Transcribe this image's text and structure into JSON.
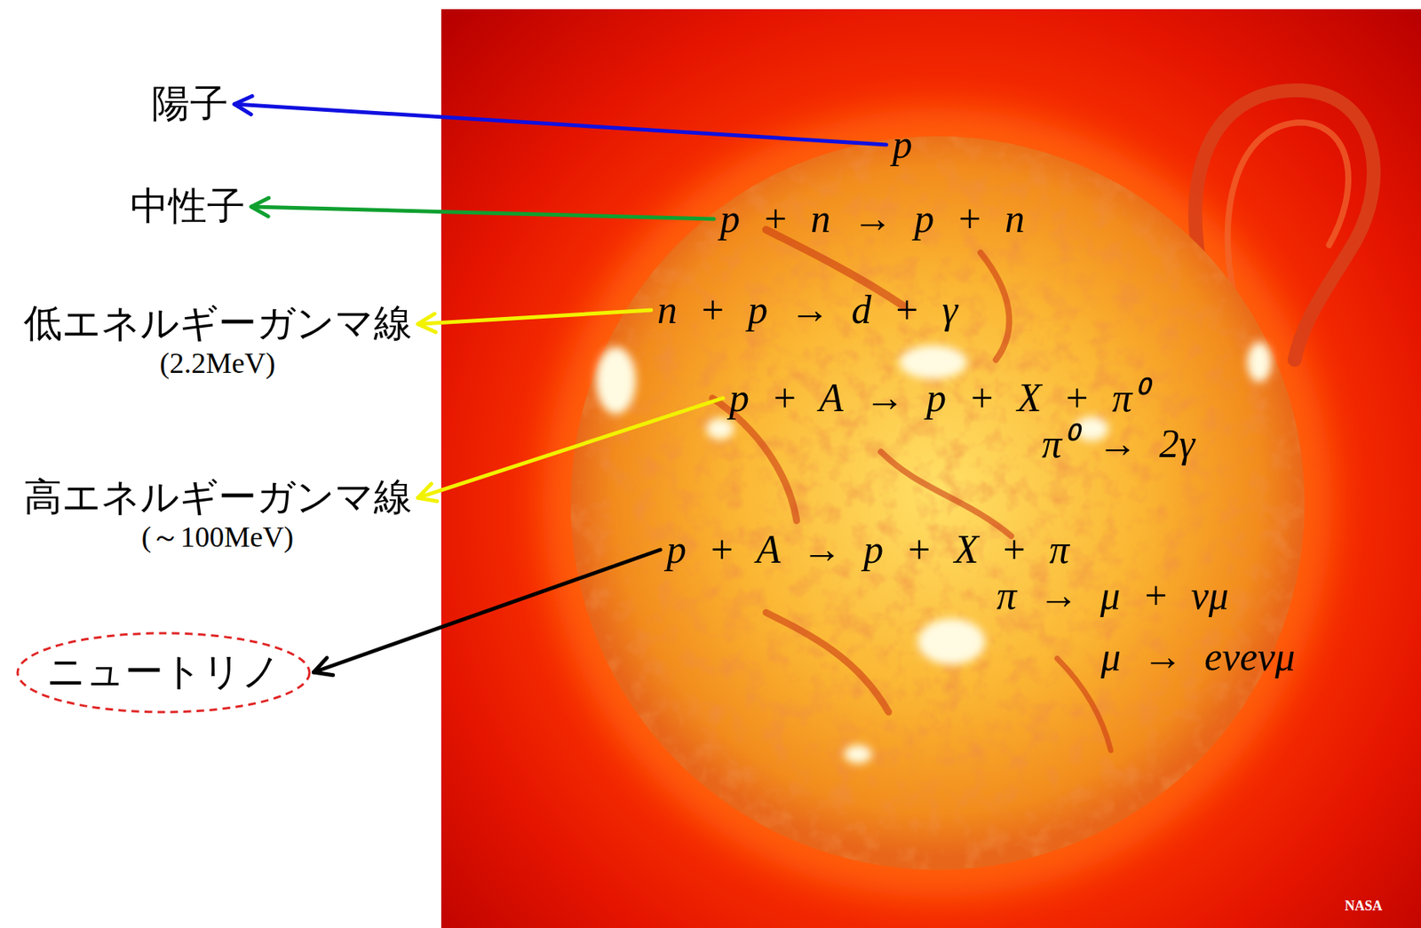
{
  "diagram": {
    "nodes": [
      {
        "text": [
          "陽子"
        ]
      },
      {
        "text": [
          "中性子"
        ]
      },
      {
        "text": [
          "低エネルギーガンマ線",
          "(2.2MeV)"
        ]
      },
      {
        "text": [
          "高エネルギーガンマ線",
          "(～100MeV)"
        ]
      },
      {
        "text": [
          "ニュートリノ"
        ]
      },
      {
        "text": [
          "p"
        ]
      },
      {
        "text": [
          "p + n → p + n"
        ]
      },
      {
        "text": [
          "n + p → d + γ"
        ]
      },
      {
        "text": [
          "p + A → p + X + π⁰",
          "π⁰ → 2γ"
        ]
      },
      {
        "text": [
          "p + A → p + X + π",
          "π → μ + νμ",
          "μ → eνeνμ"
        ]
      }
    ],
    "edges": [
      {
        "from": 5,
        "to": 0,
        "arrow": "to"
      },
      {
        "from": 6,
        "to": 1,
        "arrow": "to"
      },
      {
        "from": 7,
        "to": 2,
        "arrow": "to"
      },
      {
        "from": 8,
        "to": 3,
        "arrow": "to"
      },
      {
        "from": 9,
        "to": 4,
        "arrow": "to"
      }
    ],
    "labels": [
      "NASA"
    ]
  }
}
